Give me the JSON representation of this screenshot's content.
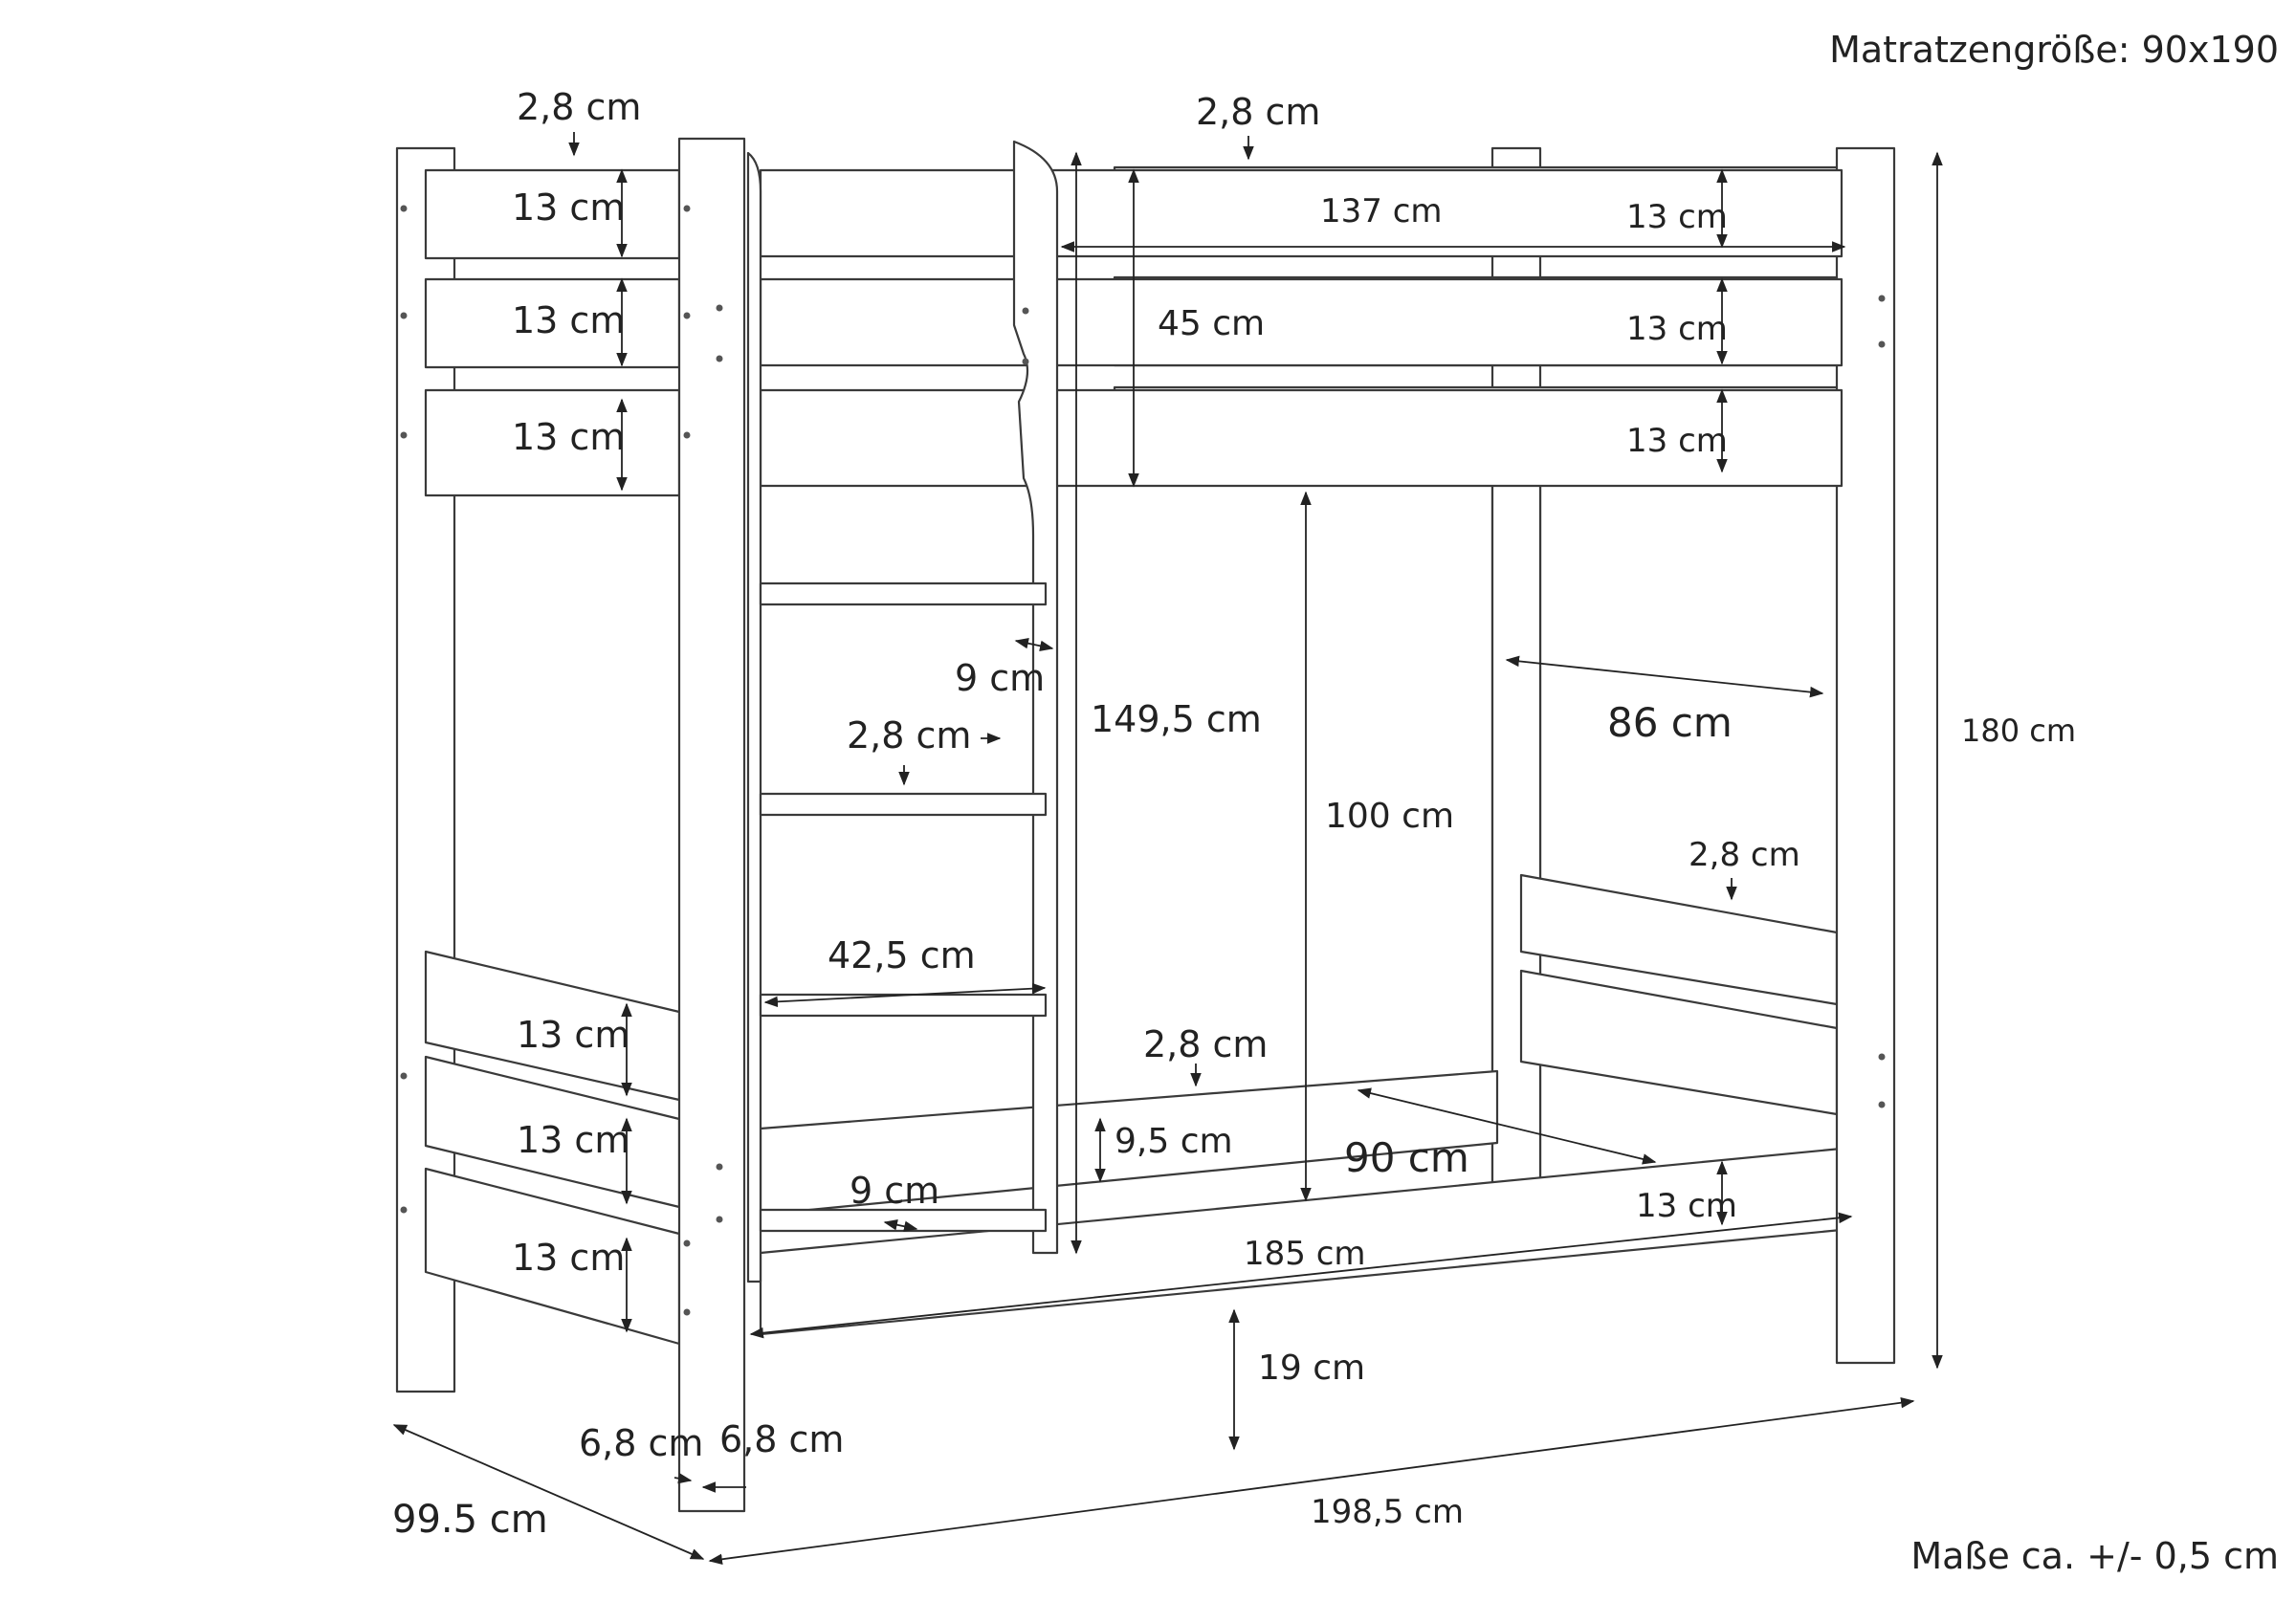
{
  "header": {
    "mattress_size": "Matratzengröße: 90x190"
  },
  "footer": {
    "tolerance_note": "Maße ca. +/- 0,5 cm"
  },
  "labels": {
    "post_top_left": "2,8 cm",
    "rail_top_center": "2,8 cm",
    "top_rail_1_left": "13 cm",
    "top_rail_2_left": "13 cm",
    "top_rail_3_left": "13 cm",
    "top_rail_1_right": "13 cm",
    "top_rail_2_right": "13 cm",
    "top_rail_3_right": "13 cm",
    "inner_length_top": "137 cm",
    "guard_height": "45 cm",
    "rung_gap": "9 cm",
    "rung_thickness": "2,8 cm",
    "ladder_height": "149,5 cm",
    "clearance_height": "100 cm",
    "inner_width": "86 cm",
    "total_height": "180 cm",
    "lower_right_rail": "2,8 cm",
    "ladder_width": "42,5 cm",
    "lower_rail_thickness": "2,8 cm",
    "lower_side_rail_height": "9,5 cm",
    "bottom_rail_1_left": "13 cm",
    "bottom_rail_2_left": "13 cm",
    "bottom_rail_3_left": "13 cm",
    "bottom_rail_right": "13 cm",
    "mattress_width": "90 cm",
    "bottom_rung_gap": "9 cm",
    "inner_length_bottom": "185 cm",
    "floor_clearance": "19 cm",
    "post_width_a": "6,8 cm",
    "post_width_b": "6,8 cm",
    "total_depth": "99.5 cm",
    "total_length": "198,5 cm"
  }
}
